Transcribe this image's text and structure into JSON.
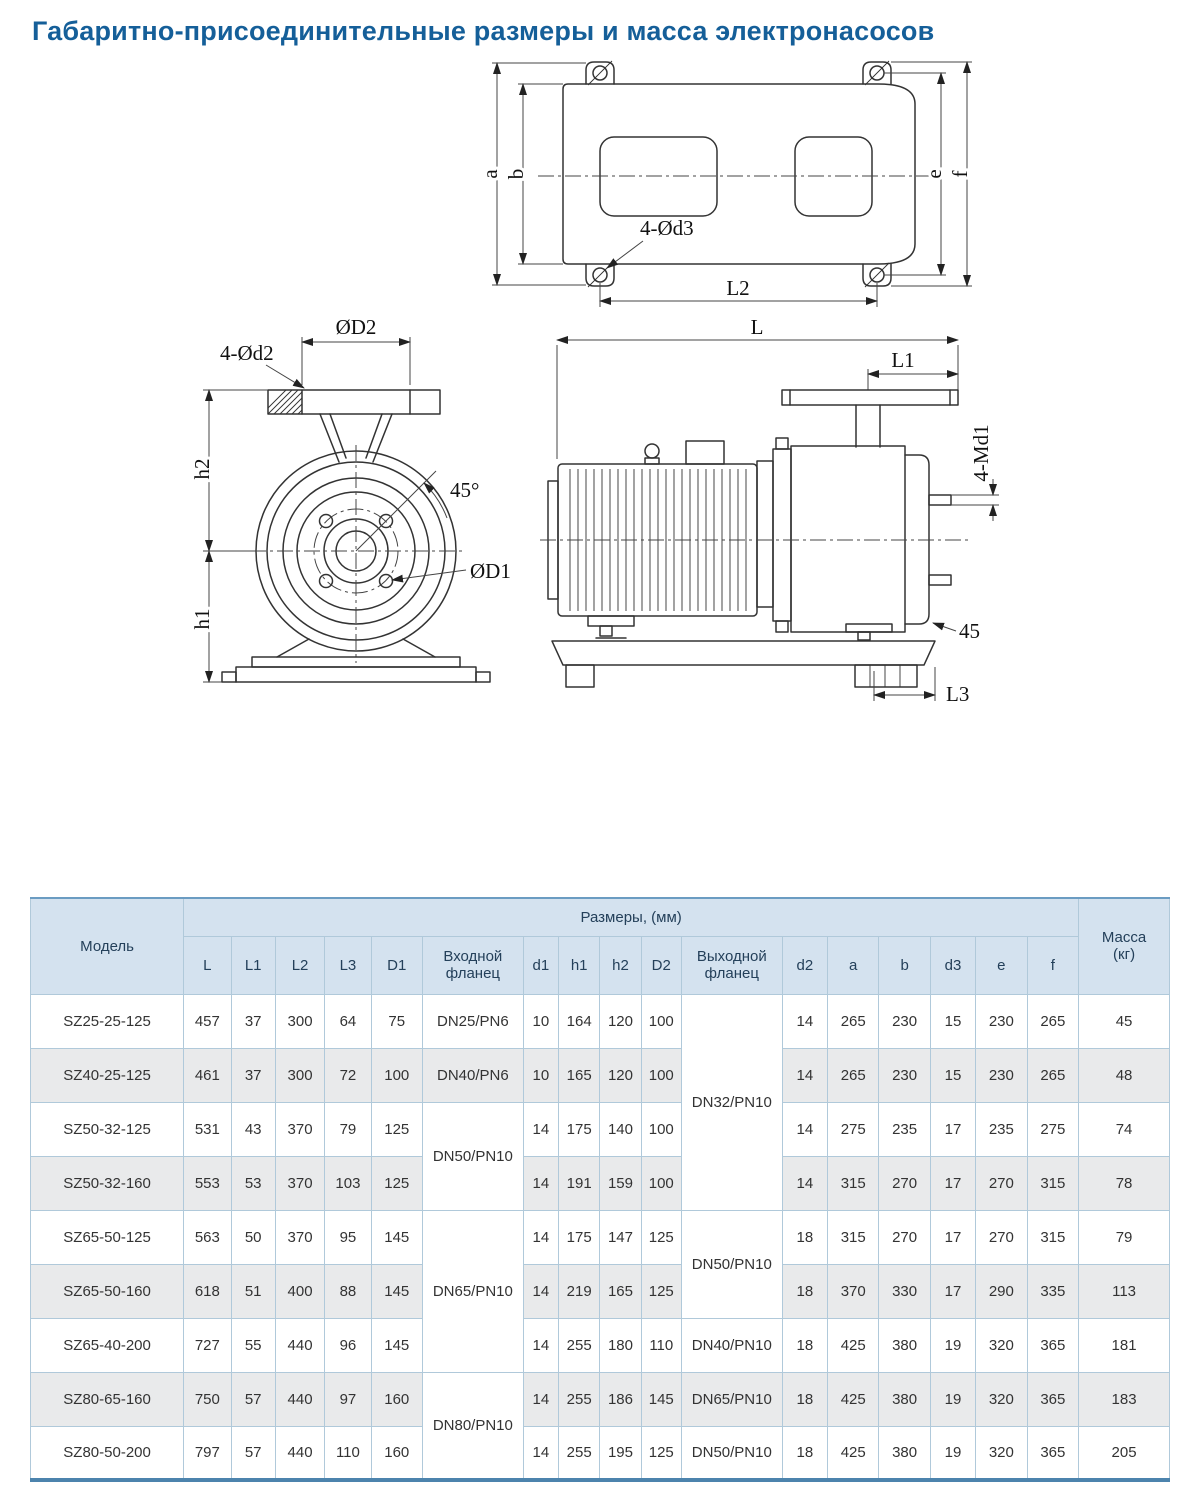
{
  "page": {
    "title": "Габаритно-присоединительные размеры и масса электронасосов"
  },
  "drawing": {
    "top_view": {
      "dim_a": "a",
      "dim_b": "b",
      "dim_e": "e",
      "dim_f": "f",
      "holes_label": "4-Ød3",
      "dim_l2": "L2",
      "dim_l": "L"
    },
    "front_view": {
      "dim_d2": "ØD2",
      "holes_label": "4-Ød2",
      "angle_label": "45°",
      "dim_d1": "ØD1",
      "dim_h2": "h2",
      "dim_h1": "h1"
    },
    "side_view": {
      "dim_l1": "L1",
      "studs_label": "4-Md1",
      "chamfer_label": "45",
      "dim_l3": "L3"
    }
  },
  "table": {
    "header": {
      "model": "Модель",
      "dims_group": "Размеры, (мм)",
      "mass_line1": "Масса",
      "mass_line2": "(кг)",
      "cols": [
        "L",
        "L1",
        "L2",
        "L3",
        "D1",
        "Входной фланец",
        "d1",
        "h1",
        "h2",
        "D2",
        "Выходной фланец",
        "d2",
        "a",
        "b",
        "d3",
        "e",
        "f"
      ]
    },
    "rows": [
      {
        "model": "SZ25-25-125",
        "cells": [
          {
            "v": "457"
          },
          {
            "v": "37"
          },
          {
            "v": "300"
          },
          {
            "v": "64"
          },
          {
            "v": "75"
          },
          {
            "v": "DN25/PN6",
            "f": true
          },
          {
            "v": "10"
          },
          {
            "v": "164"
          },
          {
            "v": "120"
          },
          {
            "v": "100"
          },
          {
            "v": "DN32/PN10",
            "rs": 4,
            "f": true
          },
          {
            "v": "14"
          },
          {
            "v": "265"
          },
          {
            "v": "230"
          },
          {
            "v": "15"
          },
          {
            "v": "230"
          },
          {
            "v": "265"
          },
          {
            "v": "45"
          }
        ]
      },
      {
        "model": "SZ40-25-125",
        "cells": [
          {
            "v": "461"
          },
          {
            "v": "37"
          },
          {
            "v": "300"
          },
          {
            "v": "72"
          },
          {
            "v": "100"
          },
          {
            "v": "DN40/PN6",
            "f": true
          },
          {
            "v": "10"
          },
          {
            "v": "165"
          },
          {
            "v": "120"
          },
          {
            "v": "100"
          },
          {
            "v": "14"
          },
          {
            "v": "265"
          },
          {
            "v": "230"
          },
          {
            "v": "15"
          },
          {
            "v": "230"
          },
          {
            "v": "265"
          },
          {
            "v": "48"
          }
        ]
      },
      {
        "model": "SZ50-32-125",
        "cells": [
          {
            "v": "531"
          },
          {
            "v": "43"
          },
          {
            "v": "370"
          },
          {
            "v": "79"
          },
          {
            "v": "125"
          },
          {
            "v": "DN50/PN10",
            "rs": 2,
            "f": true
          },
          {
            "v": "14"
          },
          {
            "v": "175"
          },
          {
            "v": "140"
          },
          {
            "v": "100"
          },
          {
            "v": "14"
          },
          {
            "v": "275"
          },
          {
            "v": "235"
          },
          {
            "v": "17"
          },
          {
            "v": "235"
          },
          {
            "v": "275"
          },
          {
            "v": "74"
          }
        ]
      },
      {
        "model": "SZ50-32-160",
        "cells": [
          {
            "v": "553"
          },
          {
            "v": "53"
          },
          {
            "v": "370"
          },
          {
            "v": "103"
          },
          {
            "v": "125"
          },
          {
            "v": "14"
          },
          {
            "v": "191"
          },
          {
            "v": "159"
          },
          {
            "v": "100"
          },
          {
            "v": "14"
          },
          {
            "v": "315"
          },
          {
            "v": "270"
          },
          {
            "v": "17"
          },
          {
            "v": "270"
          },
          {
            "v": "315"
          },
          {
            "v": "78"
          }
        ]
      },
      {
        "model": "SZ65-50-125",
        "cells": [
          {
            "v": "563"
          },
          {
            "v": "50"
          },
          {
            "v": "370"
          },
          {
            "v": "95"
          },
          {
            "v": "145"
          },
          {
            "v": "DN65/PN10",
            "rs": 3,
            "f": true
          },
          {
            "v": "14"
          },
          {
            "v": "175"
          },
          {
            "v": "147"
          },
          {
            "v": "125"
          },
          {
            "v": "DN50/PN10",
            "rs": 2,
            "f": true
          },
          {
            "v": "18"
          },
          {
            "v": "315"
          },
          {
            "v": "270"
          },
          {
            "v": "17"
          },
          {
            "v": "270"
          },
          {
            "v": "315"
          },
          {
            "v": "79"
          }
        ]
      },
      {
        "model": "SZ65-50-160",
        "cells": [
          {
            "v": "618"
          },
          {
            "v": "51"
          },
          {
            "v": "400"
          },
          {
            "v": "88"
          },
          {
            "v": "145"
          },
          {
            "v": "14"
          },
          {
            "v": "219"
          },
          {
            "v": "165"
          },
          {
            "v": "125"
          },
          {
            "v": "18"
          },
          {
            "v": "370"
          },
          {
            "v": "330"
          },
          {
            "v": "17"
          },
          {
            "v": "290"
          },
          {
            "v": "335"
          },
          {
            "v": "113"
          }
        ]
      },
      {
        "model": "SZ65-40-200",
        "cells": [
          {
            "v": "727"
          },
          {
            "v": "55"
          },
          {
            "v": "440"
          },
          {
            "v": "96"
          },
          {
            "v": "145"
          },
          {
            "v": "14"
          },
          {
            "v": "255"
          },
          {
            "v": "180"
          },
          {
            "v": "110"
          },
          {
            "v": "DN40/PN10",
            "f": true
          },
          {
            "v": "18"
          },
          {
            "v": "425"
          },
          {
            "v": "380"
          },
          {
            "v": "19"
          },
          {
            "v": "320"
          },
          {
            "v": "365"
          },
          {
            "v": "181"
          }
        ]
      },
      {
        "model": "SZ80-65-160",
        "cells": [
          {
            "v": "750"
          },
          {
            "v": "57"
          },
          {
            "v": "440"
          },
          {
            "v": "97"
          },
          {
            "v": "160"
          },
          {
            "v": "DN80/PN10",
            "rs": 2,
            "f": true
          },
          {
            "v": "14"
          },
          {
            "v": "255"
          },
          {
            "v": "186"
          },
          {
            "v": "145"
          },
          {
            "v": "DN65/PN10",
            "f": true
          },
          {
            "v": "18"
          },
          {
            "v": "425"
          },
          {
            "v": "380"
          },
          {
            "v": "19"
          },
          {
            "v": "320"
          },
          {
            "v": "365"
          },
          {
            "v": "183"
          }
        ]
      },
      {
        "model": "SZ80-50-200",
        "cells": [
          {
            "v": "797"
          },
          {
            "v": "57"
          },
          {
            "v": "440"
          },
          {
            "v": "110"
          },
          {
            "v": "160"
          },
          {
            "v": "14"
          },
          {
            "v": "255"
          },
          {
            "v": "195"
          },
          {
            "v": "125"
          },
          {
            "v": "DN50/PN10",
            "f": true
          },
          {
            "v": "18"
          },
          {
            "v": "425"
          },
          {
            "v": "380"
          },
          {
            "v": "19"
          },
          {
            "v": "320"
          },
          {
            "v": "365"
          },
          {
            "v": "205"
          }
        ]
      }
    ]
  }
}
